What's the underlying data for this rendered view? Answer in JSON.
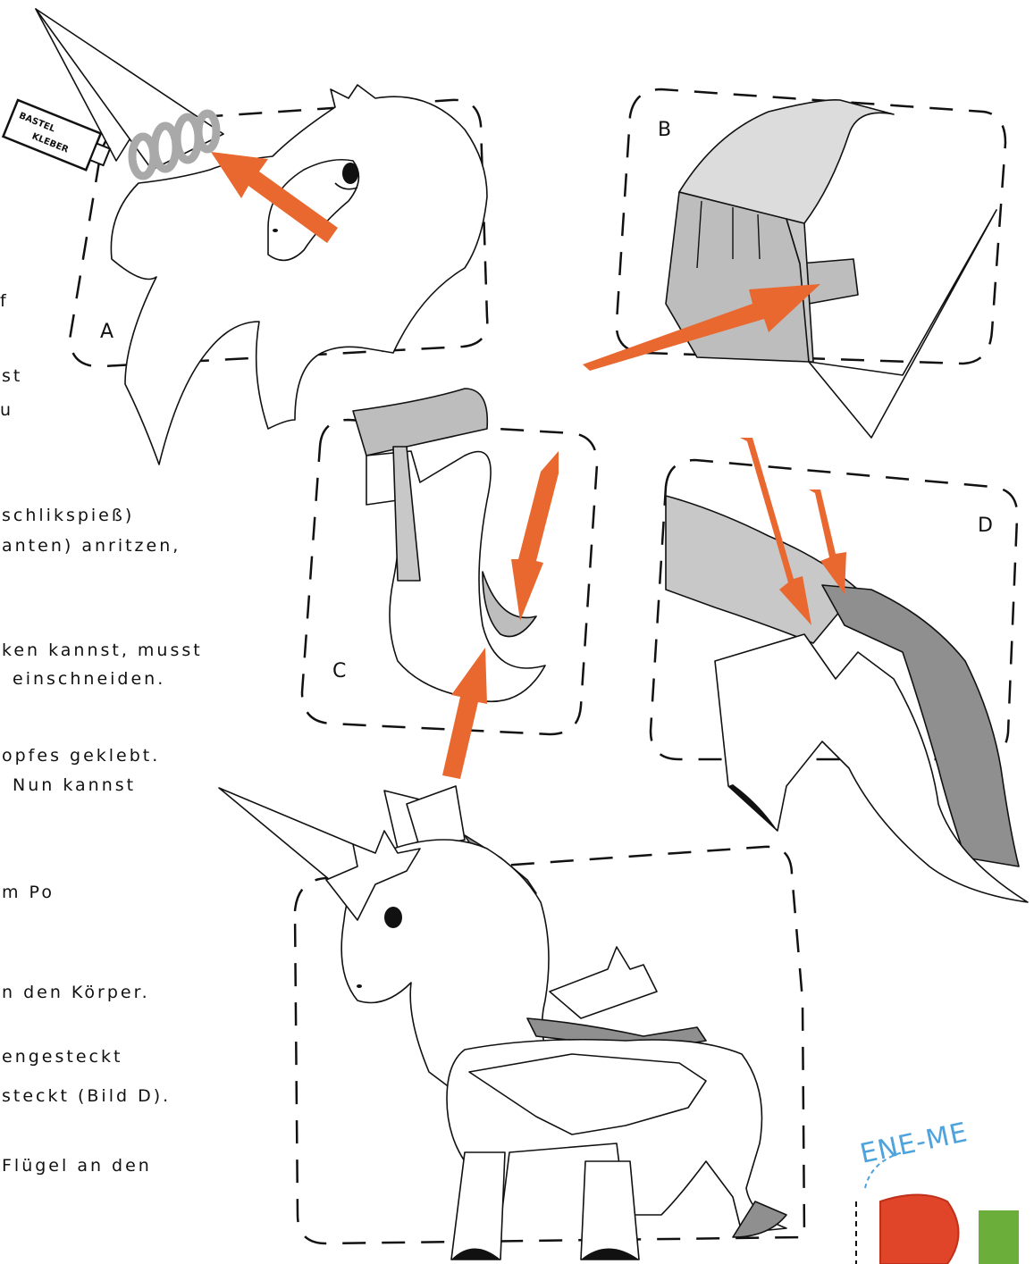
{
  "panels": {
    "a": "A",
    "b": "B",
    "c": "C",
    "d": "D"
  },
  "glue_tube": {
    "line1": "BASTEL",
    "line2": "KLEBER"
  },
  "instructions": [
    "f",
    "st",
    "u",
    "schlikspieß)",
    "anten) anritzen,",
    "ken kannst, musst",
    "einschneiden.",
    "opfes geklebt.",
    "Nun kannst",
    "m Po",
    "n den Körper.",
    "engesteckt",
    "steckt (Bild D).",
    "Flügel an den"
  ],
  "logo": {
    "text": "ENE-ME"
  },
  "colors": {
    "arrow": "#e8682f",
    "part_gray": "#bdbdbd",
    "part_dark": "#8f8f8f",
    "part_light": "#dcdcdc"
  },
  "icons": [
    "glue-tube-icon",
    "arrow-icon"
  ]
}
